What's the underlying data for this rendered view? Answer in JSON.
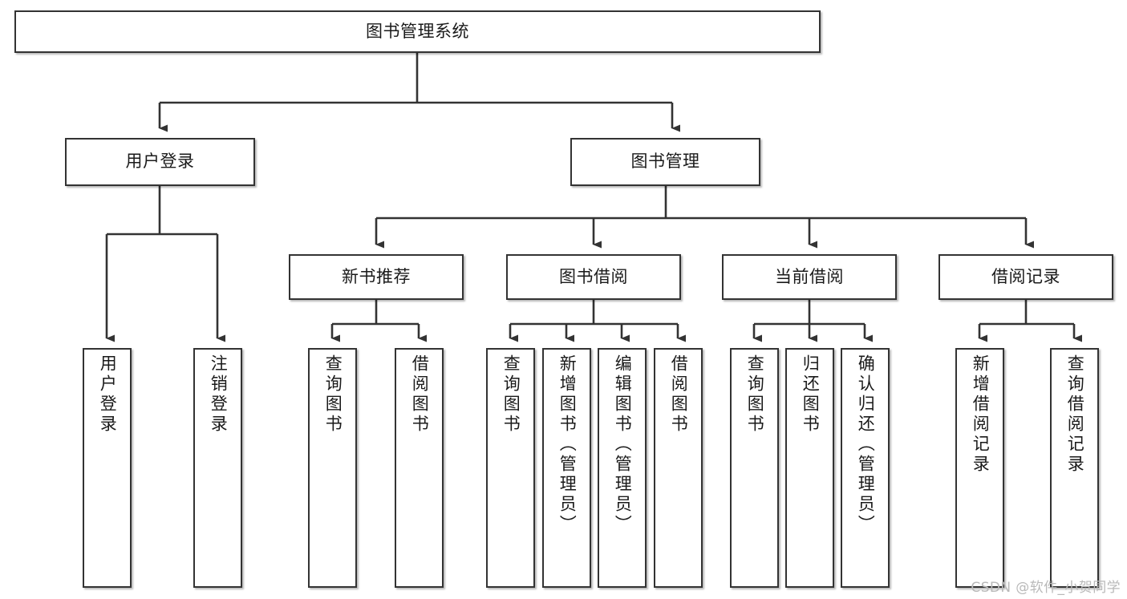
{
  "diagram": {
    "type": "tree-hierarchy",
    "title": "图书管理系统",
    "orientation": "top-down",
    "colors": {
      "box_border": "#333333",
      "box_fill": "#ffffff",
      "connector": "#333333",
      "text": "#1a1a1a",
      "watermark": "#b9b9b9",
      "background": "#ffffff"
    },
    "root": {
      "id": "root",
      "label": "图书管理系统",
      "orientation": "horizontal"
    },
    "level2": [
      {
        "id": "user-login",
        "label": "用户登录",
        "orientation": "horizontal"
      },
      {
        "id": "book-manage",
        "label": "图书管理",
        "orientation": "horizontal"
      }
    ],
    "level3": [
      {
        "id": "new-book-recommend",
        "label": "新书推荐",
        "orientation": "horizontal",
        "parent": "book-manage"
      },
      {
        "id": "book-borrow",
        "label": "图书借阅",
        "orientation": "horizontal",
        "parent": "book-manage"
      },
      {
        "id": "current-borrow",
        "label": "当前借阅",
        "orientation": "horizontal",
        "parent": "book-manage"
      },
      {
        "id": "borrow-record",
        "label": "借阅记录",
        "orientation": "horizontal",
        "parent": "book-manage"
      }
    ],
    "leaves": [
      {
        "id": "leaf-user-login",
        "label": "用户登录",
        "orientation": "vertical",
        "parent": "user-login"
      },
      {
        "id": "leaf-user-logout",
        "label": "注销登录",
        "orientation": "vertical",
        "parent": "user-login"
      },
      {
        "id": "leaf-query-book-1",
        "label": "查询图书",
        "orientation": "vertical",
        "parent": "new-book-recommend"
      },
      {
        "id": "leaf-borrow-book-1",
        "label": "借阅图书",
        "orientation": "vertical",
        "parent": "new-book-recommend"
      },
      {
        "id": "leaf-query-book-2",
        "label": "查询图书",
        "orientation": "vertical",
        "parent": "book-borrow"
      },
      {
        "id": "leaf-add-book",
        "label": "新增图书（管理员）",
        "orientation": "vertical",
        "parent": "book-borrow"
      },
      {
        "id": "leaf-edit-book",
        "label": "编辑图书（管理员）",
        "orientation": "vertical",
        "parent": "book-borrow"
      },
      {
        "id": "leaf-borrow-book-2",
        "label": "借阅图书",
        "orientation": "vertical",
        "parent": "book-borrow"
      },
      {
        "id": "leaf-query-book-3",
        "label": "查询图书",
        "orientation": "vertical",
        "parent": "current-borrow"
      },
      {
        "id": "leaf-return-book",
        "label": "归还图书",
        "orientation": "vertical",
        "parent": "current-borrow"
      },
      {
        "id": "leaf-confirm-return",
        "label": "确认归还（管理员）",
        "orientation": "vertical",
        "parent": "current-borrow"
      },
      {
        "id": "leaf-add-record",
        "label": "新增借阅记录",
        "orientation": "vertical",
        "parent": "borrow-record"
      },
      {
        "id": "leaf-query-record",
        "label": "查询借阅记录",
        "orientation": "vertical",
        "parent": "borrow-record"
      }
    ]
  },
  "watermark": {
    "text": "CSDN @软件_小贺同学"
  }
}
